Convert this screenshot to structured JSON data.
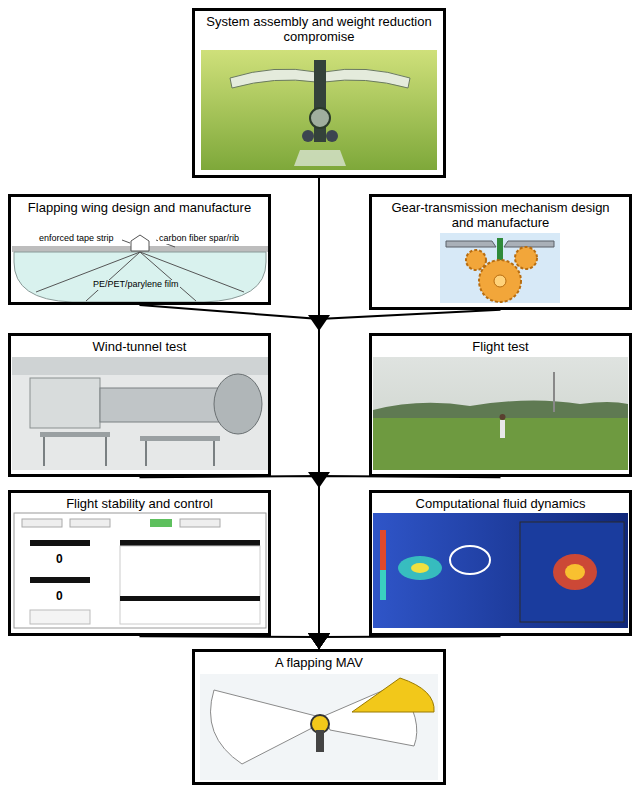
{
  "diagram": {
    "nodes": [
      {
        "text": [
          "System assembly and weight reduction compromise"
        ]
      },
      {
        "text": [
          "Flapping wing design and manufacture"
        ]
      },
      {
        "text": [
          "Gear-transmission mechanism design and manufacture"
        ]
      },
      {
        "text": [
          "Wind-tunnel test"
        ]
      },
      {
        "text": [
          "Flight test"
        ]
      },
      {
        "text": [
          "Flight stability and control"
        ]
      },
      {
        "text": [
          "Computational fluid dynamics"
        ]
      },
      {
        "text": [
          "A flapping MAV"
        ]
      }
    ],
    "edges": [
      {
        "from": 0,
        "to": 7,
        "arrow": "to"
      },
      {
        "from": 1,
        "to": 7,
        "arrow": "to"
      },
      {
        "from": 2,
        "to": 7,
        "arrow": "to"
      },
      {
        "from": 3,
        "to": 7,
        "arrow": "to"
      },
      {
        "from": 4,
        "to": 7,
        "arrow": "to"
      },
      {
        "from": 5,
        "to": 7,
        "arrow": "to"
      },
      {
        "from": 6,
        "to": 7,
        "arrow": "to"
      }
    ],
    "labels": [
      "enforced tape strip",
      "carbon fiber spar/rib",
      "PE/PET/parylene film",
      "0",
      "0"
    ]
  }
}
